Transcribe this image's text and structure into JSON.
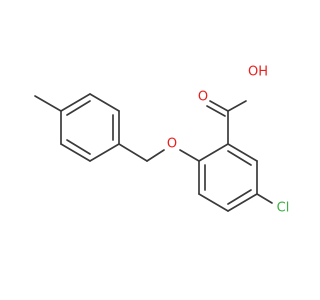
{
  "molecule": {
    "atoms": {
      "oxygen_carbonyl": "O",
      "oxygen_hydroxyl": "OH",
      "oxygen_ether": "O",
      "chlorine": "Cl"
    },
    "colors": {
      "bond": "#3a3a3a",
      "oxygen": "#e8201c",
      "chlorine": "#3cb043"
    }
  }
}
